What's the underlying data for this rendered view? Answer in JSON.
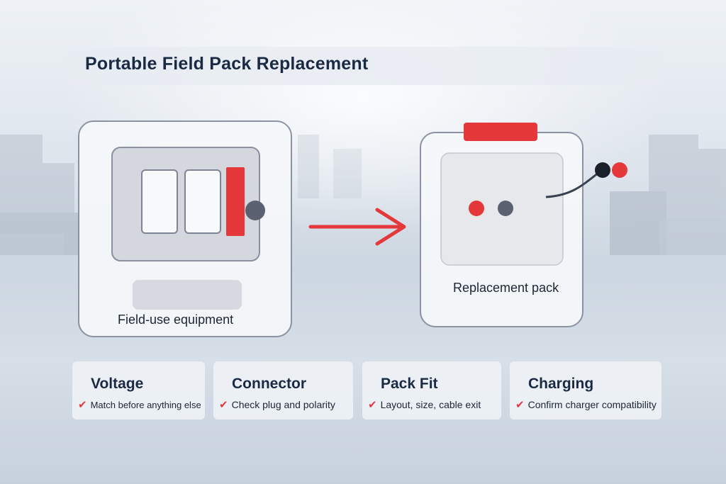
{
  "title": "Portable Field Pack Replacement",
  "left_card": {
    "caption": "Field-use equipment"
  },
  "right_card": {
    "caption": "Replacement pack"
  },
  "checklist": [
    {
      "title": "Voltage",
      "text": "Match before anything else"
    },
    {
      "title": "Connector",
      "text": "Check plug and polarity"
    },
    {
      "title": "Pack Fit",
      "text": "Layout, size, cable exit"
    },
    {
      "title": "Charging",
      "text": "Confirm charger compatibility"
    }
  ],
  "colors": {
    "accent": "#e5383b",
    "dark": "#1b2a44",
    "gray_terminal": "#5b6170",
    "card_border": "#8b93a3"
  },
  "icons": [
    "arrow-right-icon",
    "checkmark-icon"
  ]
}
